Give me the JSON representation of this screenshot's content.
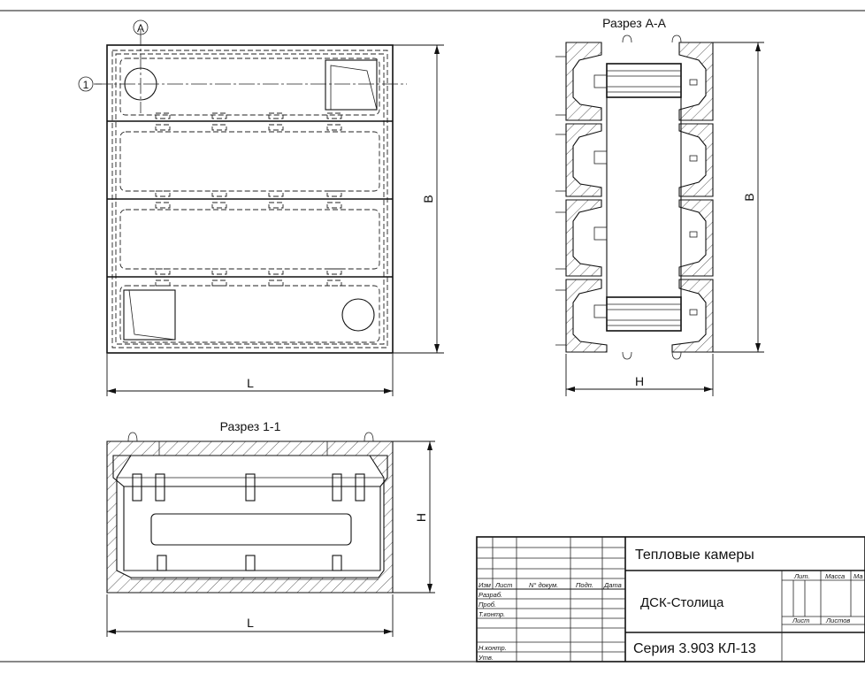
{
  "views": {
    "section_aa_title": "Разрез А-А",
    "section_11_title": "Разрез 1-1",
    "marker_a": "А",
    "marker_1": "1",
    "dim_L": "L",
    "dim_B": "B",
    "dim_H": "H"
  },
  "title_block": {
    "name": "Тепловые камеры",
    "org": "ДСК-Столица",
    "series": "Серия 3.903 КЛ-13",
    "header_cols": [
      "Изм",
      "Лист",
      "N° докум.",
      "Подп.",
      "Дата"
    ],
    "rows": [
      "Разраб.",
      "Проб.",
      "Т.контр.",
      "",
      "Н.контр.",
      "Утв."
    ],
    "lit": "Лит.",
    "mass": "Масса",
    "scale": "Ма",
    "sheet": "Лист",
    "sheets": "Листов"
  }
}
